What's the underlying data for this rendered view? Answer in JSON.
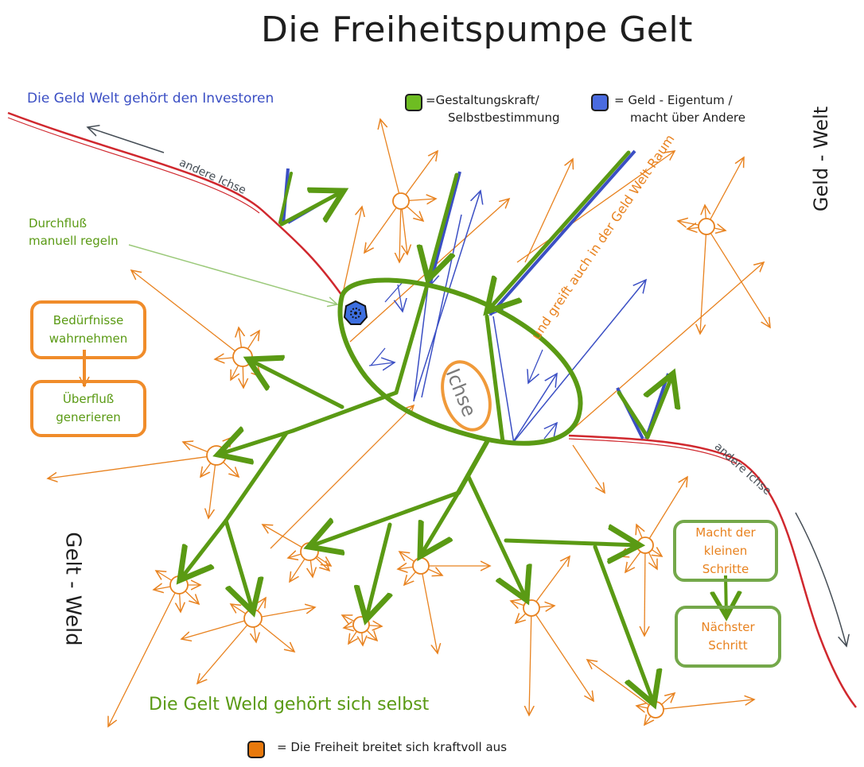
{
  "title": "Die Freiheitspumpe Gelt",
  "top_left_label": "Die Geld Welt gehört den Investoren",
  "bottom_label": "Die Gelt Weld gehört sich selbst",
  "side_labels": {
    "right": "Geld - Welt",
    "left": "Gelt - Weld"
  },
  "axis_labels": {
    "top": "andere Ichse",
    "right": "andere Ichse"
  },
  "center_label": "Ichse",
  "durchfluss_label": [
    "Durchfluß",
    "manuell regeln"
  ],
  "reach_label": "und greift auch in der Geld Welt Raum",
  "legend": {
    "green": {
      "color": "#6ebd22",
      "lines": [
        "=Gestaltungskraft/",
        "Selbstbestimmung"
      ]
    },
    "blue": {
      "color": "#4a6be0",
      "lines": [
        "= Geld - Eigentum /",
        "macht über Andere"
      ]
    },
    "orange": {
      "color": "#e8790d",
      "text": "= Die Freiheit breitet sich kraftvoll aus"
    }
  },
  "left_flow": {
    "box1": [
      "Bedürfnisse",
      "wahrnehmen"
    ],
    "box2": [
      "Überfluß",
      "generieren"
    ]
  },
  "right_flow": {
    "box1": [
      "Macht der",
      "kleinen",
      "Schritte"
    ],
    "box2": [
      "Nächster",
      "Schritt"
    ]
  },
  "colors": {
    "green": "#5a9a14",
    "blue": "#3b4fc4",
    "orange": "#e8821f",
    "red": "#d0282e",
    "grey": "#454d55"
  },
  "icon": "valve-gear-icon"
}
